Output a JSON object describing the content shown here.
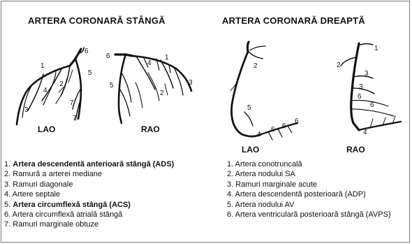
{
  "left": {
    "heading": "ARTERA CORONARĂ STÂNGĂ",
    "views": [
      "LAO",
      "RAO"
    ],
    "legend": [
      {
        "n": "1.",
        "text": "Artera descendentă anterioară stângă (ADS)",
        "bold": true
      },
      {
        "n": "2.",
        "text": "Ramură a arterei mediane",
        "bold": false
      },
      {
        "n": "3.",
        "text": "Ramuri diagonale",
        "bold": false
      },
      {
        "n": "4.",
        "text": "Artere septale",
        "bold": false
      },
      {
        "n": "5.",
        "text": "Artera circumflexă stângă (ACS)",
        "bold": true
      },
      {
        "n": "6.",
        "text": "Artera circumflexă atrială stângă",
        "bold": false
      },
      {
        "n": "7.",
        "text": "Ramuri marginale obtuze",
        "bold": false
      }
    ]
  },
  "right": {
    "heading": "ARTERA CORONARĂ DREAPTĂ",
    "views": [
      "LAO",
      "RAO"
    ],
    "legend": [
      {
        "n": "1.",
        "text": "Artera conotruncală"
      },
      {
        "n": "2.",
        "text": "Artera nodului SA"
      },
      {
        "n": "3.",
        "text": "Ramuri marginale acute"
      },
      {
        "n": "4.",
        "text": "Artera descendentă posterioară (ADP)"
      },
      {
        "n": "5.",
        "text": "Artera nodului AV"
      },
      {
        "n": "6.",
        "text": "Artera ventriculară posterioară stângă (AVPS)"
      }
    ]
  },
  "figure_labels": {
    "lca_lao": [
      "1",
      "2",
      "3",
      "4",
      "5",
      "6",
      "7",
      "7"
    ],
    "lca_rao": [
      "1",
      "2",
      "3",
      "4",
      "5",
      "6"
    ],
    "rca_lao": [
      "2",
      "4",
      "5",
      "6",
      "6",
      "6"
    ],
    "rca_rao": [
      "1",
      "2",
      "3",
      "3",
      "4",
      "6",
      "6"
    ]
  }
}
